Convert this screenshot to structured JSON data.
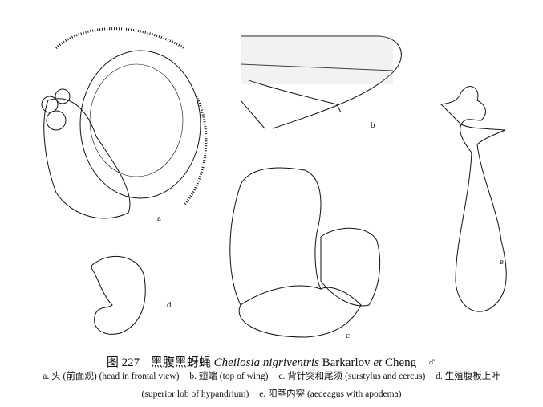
{
  "figure": {
    "panel_labels": [
      "a",
      "b",
      "c",
      "d",
      "e"
    ],
    "caption": {
      "number": "图 227",
      "chinese_name": "黑腹黑蚜蝇",
      "genus_species": "Cheilosia nigriventris",
      "author1": "Barkarlov",
      "et": "et",
      "author2": "Cheng",
      "sex_symbol": "♂"
    },
    "legend_items": [
      {
        "letter": "a.",
        "zh": "头 (前面观)",
        "en": "(head in frontal view)"
      },
      {
        "letter": "b.",
        "zh": "翅端",
        "en": "(top of wing)"
      },
      {
        "letter": "c.",
        "zh": "背针突和尾须",
        "en": "(surstylus and cercus)"
      },
      {
        "letter": "d.",
        "zh": "生殖腹板上叶",
        "en": "(superior lob of hypandrium)"
      },
      {
        "letter": "e.",
        "zh": "阳茎内突",
        "en": "(aedeagus with apodema)"
      }
    ]
  }
}
